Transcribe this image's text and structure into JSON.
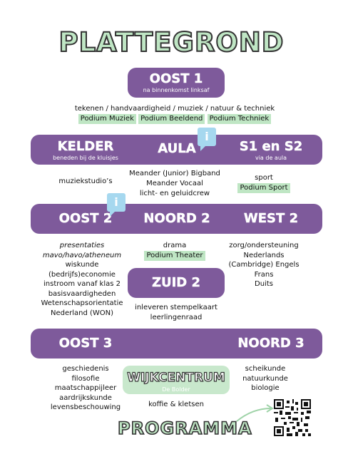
{
  "title": "PLATTEGROND",
  "oost1": {
    "label": "OOST 1",
    "sub": "na binnenkomst linksaf"
  },
  "oost1_text": {
    "line": "tekenen / handvaardigheid / muziek / natuur & techniek",
    "tags": [
      "Podium Muziek",
      "Podium Beeldend",
      "Podium Techniek"
    ]
  },
  "row1": {
    "kelder": {
      "label": "KELDER",
      "sub": "beneden bij de kluisjes"
    },
    "aula": {
      "label": "AULA"
    },
    "s1s2": {
      "label": "S1 en S2",
      "sub": "via de aula"
    }
  },
  "row1_text": {
    "kelder": "muziekstudio’s",
    "aula": [
      "Meander (Junior) Bigband",
      "Meander Vocaal",
      "licht- en geluidcrew"
    ],
    "s1s2": "sport",
    "s1s2_tag": "Podium Sport"
  },
  "row2": {
    "oost2": "OOST 2",
    "noord2": "NOORD 2",
    "west2": "WEST 2"
  },
  "row2_text": {
    "oost2": [
      "presentaties",
      "mavo/havo/atheneum",
      "wiskunde",
      "(bedrijfs)economie",
      "instroom vanaf klas 2",
      "basisvaardigheden",
      "Wetenschapsorientatie",
      "Nederland (WON)"
    ],
    "noord2": "drama",
    "noord2_tag": "Podium Theater",
    "west2": [
      "zorg/ondersteuning",
      "Nederlands",
      "(Cambridge) Engels",
      "Frans",
      "Duits"
    ]
  },
  "zuid2": {
    "label": "ZUID 2",
    "text": [
      "inleveren stempelkaart",
      "leerlingenraad"
    ]
  },
  "row3": {
    "oost3": "OOST 3",
    "noord3": "NOORD 3"
  },
  "row3_text": {
    "oost3": [
      "geschiedenis",
      "filosofie",
      "maatschappijleer",
      "aardrijkskunde",
      "levensbeschouwing"
    ],
    "noord3": [
      "scheikunde",
      "natuurkunde",
      "biologie"
    ]
  },
  "wijkcentrum": {
    "label": "WIJKCENTRUM",
    "sub": "De Bolder",
    "text": "koffie & kletsen"
  },
  "programma": "PROGRAMMA",
  "icons": {
    "info": "info-icon",
    "arrow": "arrow-icon",
    "qr": "qr-code"
  }
}
